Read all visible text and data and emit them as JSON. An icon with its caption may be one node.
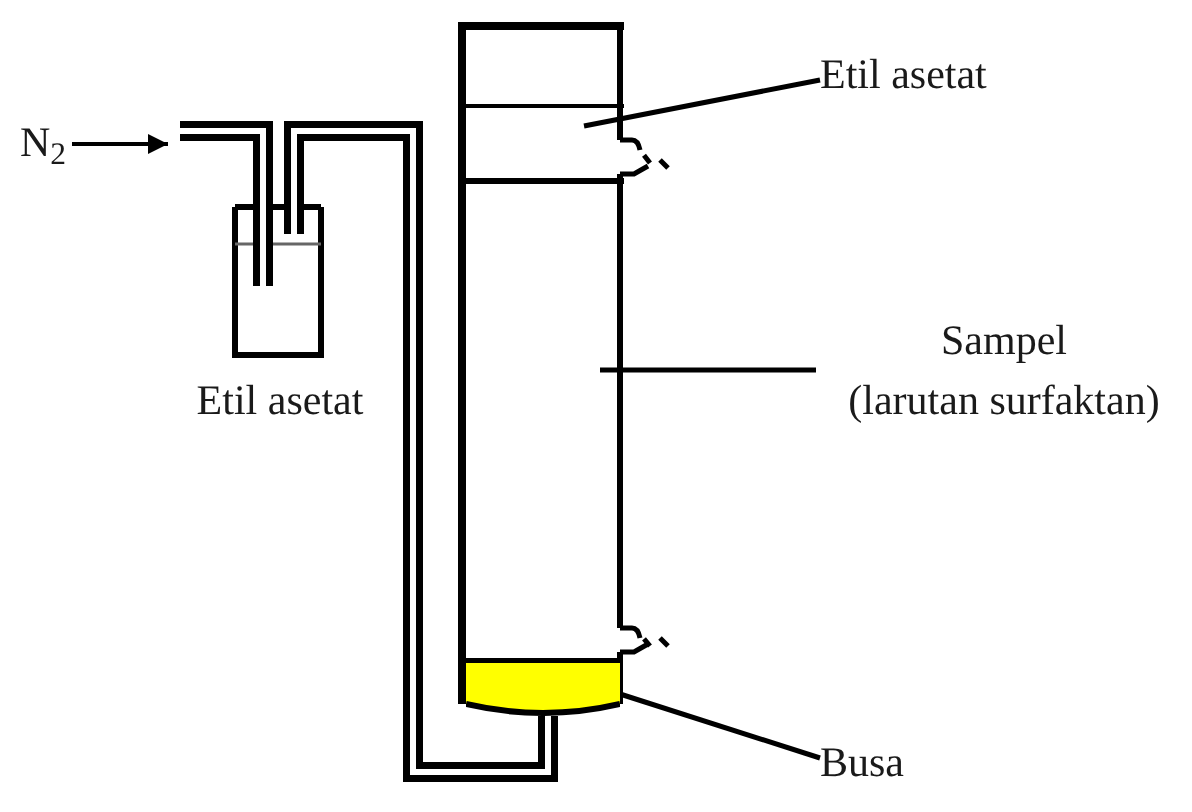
{
  "diagram": {
    "nodes": [
      {
        "text": [
          "N$_{2}$"
        ]
      },
      {
        "text": [],
        "shape": "box",
        "beside": [
          "Etil asetat"
        ]
      },
      {
        "text": [],
        "shape": "box"
      },
      {
        "text": [],
        "shape": "band",
        "in": 2
      },
      {
        "text": [],
        "shape": "band",
        "in": 2
      },
      {
        "text": [],
        "shape": "band",
        "in": 2
      },
      {
        "text": [
          "Etil asetat"
        ]
      },
      {
        "text": [
          "Sampel",
          "(larutan surfaktan)"
        ]
      },
      {
        "text": [
          "Busa"
        ]
      }
    ],
    "edges": [
      {
        "from": 0,
        "to": null,
        "arrow": "to"
      },
      {
        "from": null,
        "to": 1,
        "arrow": "none",
        "style": "thick"
      },
      {
        "from": 1,
        "to": 2,
        "arrow": "none",
        "style": "thick"
      },
      {
        "from": 6,
        "to": 3,
        "arrow": "none"
      },
      {
        "from": 7,
        "to": 4,
        "arrow": "none"
      },
      {
        "from": 8,
        "to": 5,
        "arrow": "none"
      }
    ]
  }
}
